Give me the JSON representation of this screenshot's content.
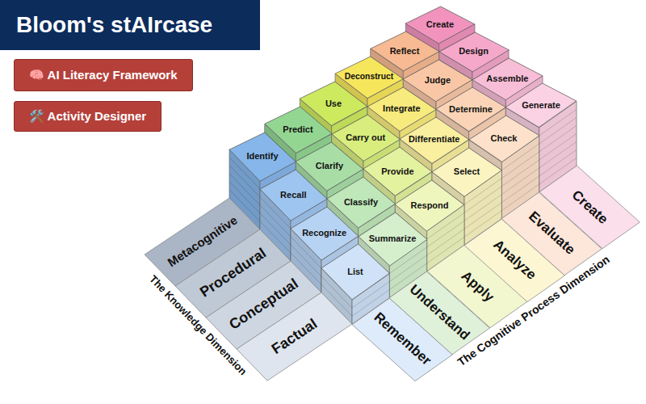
{
  "diagram": {
    "title": "Bloom's stAIrcase",
    "nodes": [
      {
        "text": [
          "🧠 AI Literacy Framework"
        ]
      },
      {
        "text": [
          "🛠️ Activity Designer"
        ]
      },
      {
        "text": [
          "List"
        ]
      },
      {
        "text": [
          "Recognize"
        ]
      },
      {
        "text": [
          "Recall"
        ]
      },
      {
        "text": [
          "Identify"
        ]
      },
      {
        "text": [
          "Summarize"
        ]
      },
      {
        "text": [
          "Classify"
        ]
      },
      {
        "text": [
          "Clarify"
        ]
      },
      {
        "text": [
          "Predict"
        ]
      },
      {
        "text": [
          "Respond"
        ]
      },
      {
        "text": [
          "Provide"
        ]
      },
      {
        "text": [
          "Carry out"
        ]
      },
      {
        "text": [
          "Use"
        ]
      },
      {
        "text": [
          "Select"
        ]
      },
      {
        "text": [
          "Differentiate"
        ]
      },
      {
        "text": [
          "Integrate"
        ]
      },
      {
        "text": [
          "Deconstruct"
        ]
      },
      {
        "text": [
          "Check"
        ]
      },
      {
        "text": [
          "Determine"
        ]
      },
      {
        "text": [
          "Judge"
        ]
      },
      {
        "text": [
          "Reflect"
        ]
      },
      {
        "text": [
          "Generate"
        ]
      },
      {
        "text": [
          "Assemble"
        ]
      },
      {
        "text": [
          "Design"
        ]
      },
      {
        "text": [
          "Create"
        ]
      },
      {
        "text": [
          "Metacognitive"
        ]
      },
      {
        "text": [
          "Procedural"
        ]
      },
      {
        "text": [
          "Conceptual"
        ]
      },
      {
        "text": [
          "Factual"
        ]
      },
      {
        "text": [
          "Remember"
        ]
      },
      {
        "text": [
          "Understand"
        ]
      },
      {
        "text": [
          "Apply"
        ]
      },
      {
        "text": [
          "Analyze"
        ]
      },
      {
        "text": [
          "Evaluate"
        ]
      },
      {
        "text": [
          "Create"
        ]
      }
    ],
    "labels": [
      "The Knowledge Dimension",
      "The Cognitive Process Dimension"
    ]
  }
}
